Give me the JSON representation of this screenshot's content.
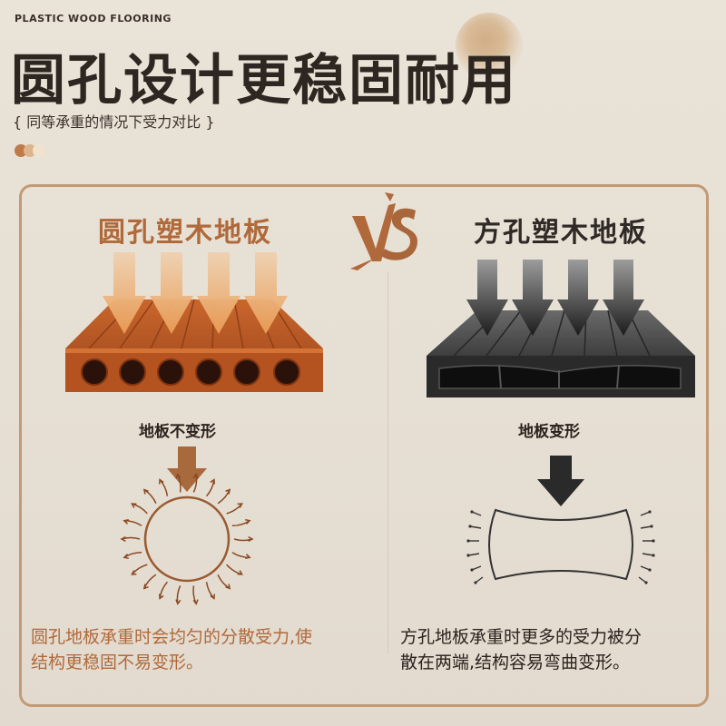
{
  "brand": "PLASTIC WOOD FLOORING",
  "title": "圆孔设计更稳固耐用",
  "subtitle": "{ 同等承重的情况下受力对比 }",
  "colors": {
    "accent": "#b0693a",
    "dark": "#2f2a26",
    "panel_border": "#c29a75",
    "dot1": "#c07a49",
    "dot2": "#ddb58c",
    "dot3": "#efe3d0"
  },
  "left": {
    "title": "圆孔塑木地板",
    "caption": "地板不变形",
    "description_lines": [
      "圆孔地板承重时会均匀的分散受力,使",
      "结构更稳固不易变形。"
    ]
  },
  "right": {
    "title": "方孔塑木地板",
    "caption": "地板变形",
    "description_lines": [
      "方孔地板承重时更多的受力被分",
      "散在两端,结构容易弯曲变形。"
    ]
  },
  "icons": [
    "vs-icon",
    "down-arrow-icon",
    "round-hole-board-image",
    "square-hole-board-image",
    "circle-force-diagram",
    "deformed-shape-diagram"
  ]
}
